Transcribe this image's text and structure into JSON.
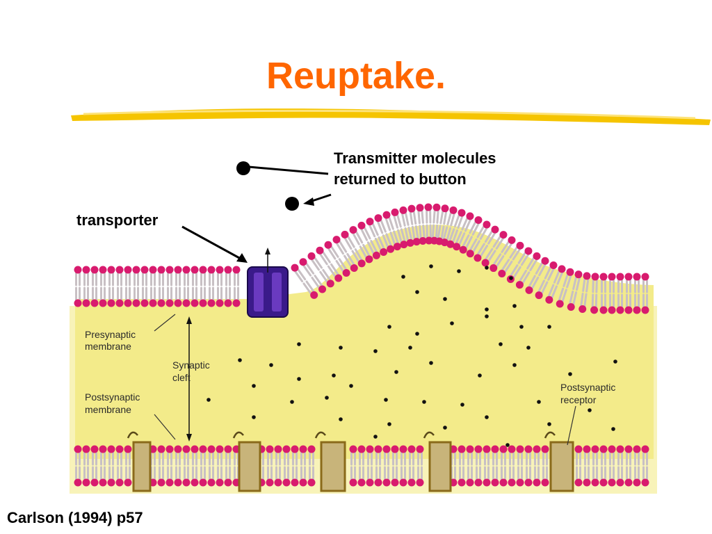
{
  "slide": {
    "title": "Reuptake.",
    "citation": "Carlson (1994) p57"
  },
  "annotations": {
    "transmitter_line1": "Transmitter molecules",
    "transmitter_line2": "returned to button",
    "transporter": "transporter"
  },
  "figure_labels": {
    "presynaptic_line1": "Presynaptic",
    "presynaptic_line2": "membrane",
    "synaptic_line1": "Synaptic",
    "synaptic_line2": "cleft",
    "postsynaptic_membrane_line1": "Postsynaptic",
    "postsynaptic_membrane_line2": "membrane",
    "postsynaptic_receptor_line1": "Postsynaptic",
    "postsynaptic_receptor_line2": "receptor"
  },
  "colors": {
    "title": "#ff6600",
    "underline": "#f5c400",
    "cleft_fill": "#f3eb8a",
    "lipid_head": "#d81b6e",
    "lipid_tail": "#c8c0c4",
    "transporter": "#3a1a8a",
    "receptor": "#c8b47a",
    "receptor_outline": "#8a6a1a"
  }
}
